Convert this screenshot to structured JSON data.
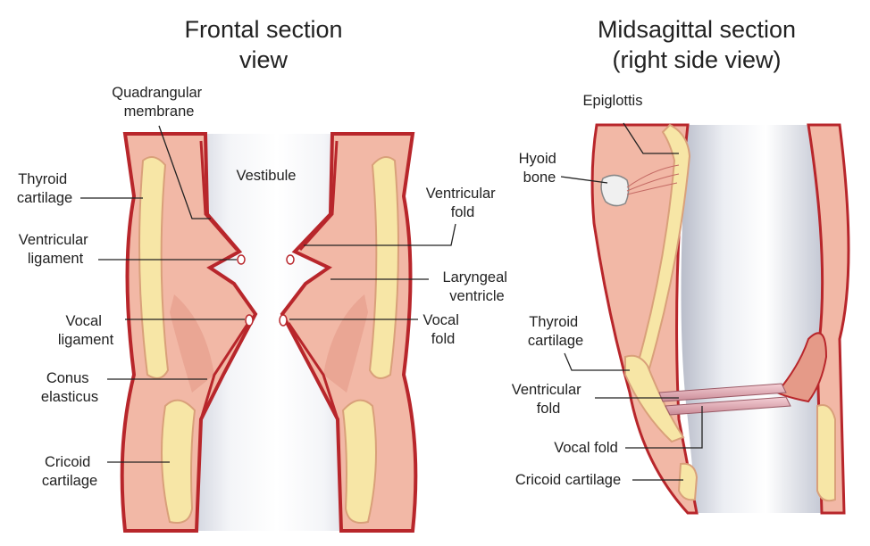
{
  "titles": {
    "frontal": "Frontal section\nview",
    "midsagittal": "Midsagittal section\n(right side view)"
  },
  "frontal_labels": {
    "quadrangular_membrane": [
      "Quadrangular",
      "membrane"
    ],
    "vestibule": [
      "Vestibule"
    ],
    "thyroid_cartilage": [
      "Thyroid",
      "cartilage"
    ],
    "ventricular_ligament": [
      "Ventricular",
      "ligament"
    ],
    "vocal_ligament": [
      "Vocal",
      "ligament"
    ],
    "conus_elasticus": [
      "Conus",
      "elasticus"
    ],
    "cricoid_cartilage": [
      "Cricoid",
      "cartilage"
    ],
    "ventricular_fold": [
      "Ventricular",
      "fold"
    ],
    "laryngeal_ventricle": [
      "Laryngeal",
      "ventricle"
    ],
    "vocal_fold": [
      "Vocal",
      "fold"
    ]
  },
  "sagittal_labels": {
    "epiglottis": [
      "Epiglottis"
    ],
    "hyoid_bone": [
      "Hyoid",
      "bone"
    ],
    "thyroid_cartilage": [
      "Thyroid",
      "cartilage"
    ],
    "ventricular_fold": [
      "Ventricular",
      "fold"
    ],
    "vocal_fold": [
      "Vocal fold"
    ],
    "cricoid_cartilage": [
      "Cricoid cartilage"
    ]
  },
  "colors": {
    "tissue": "#f2b8a6",
    "tissue_dark": "#e59a88",
    "outline": "#b8262b",
    "cartilage": "#f7e6a6",
    "cartilage_edge": "#d9a07a",
    "airway": "#eef0f4",
    "airway_shade": "#c9cdd8",
    "muscle": "#d98b7d"
  }
}
